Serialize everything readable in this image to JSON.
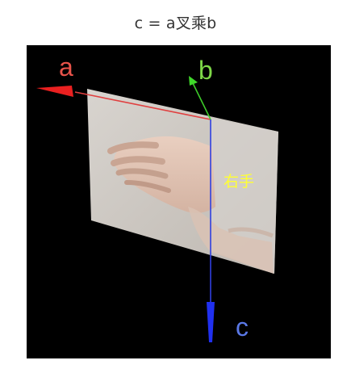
{
  "caption": "c = a叉乘b",
  "axes": {
    "a": {
      "label": "a",
      "color": "#e8534a"
    },
    "b": {
      "label": "b",
      "color": "#7ed848"
    },
    "c": {
      "label": "c",
      "color": "#5a78e6"
    }
  },
  "plane": {
    "label": "右手",
    "label_color": "#ffff33"
  }
}
